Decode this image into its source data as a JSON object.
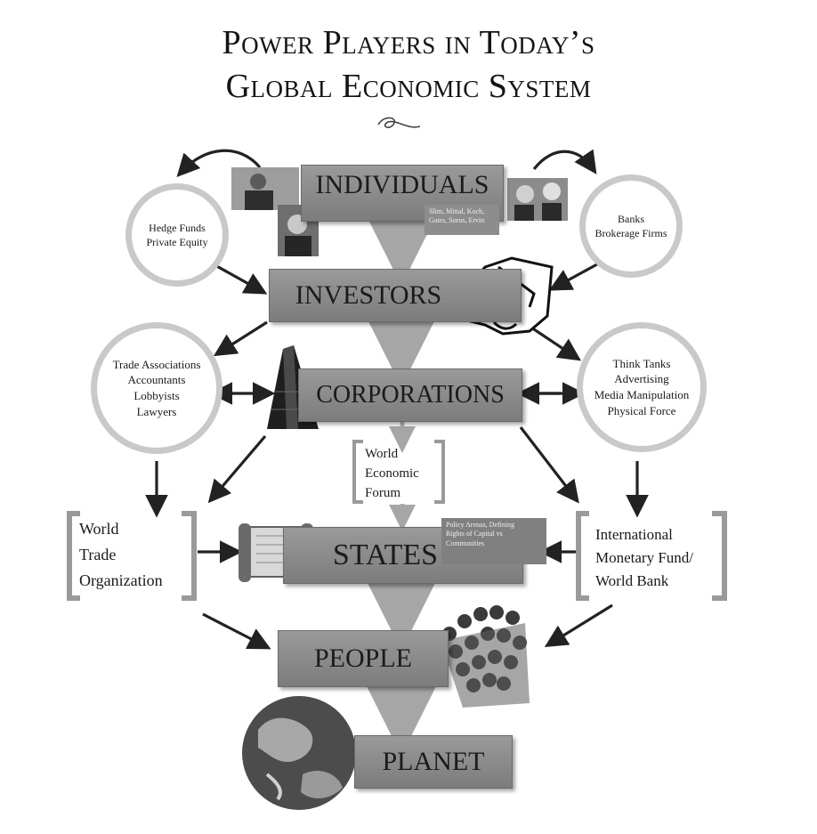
{
  "title": {
    "line1": "Power Players in Today’s",
    "line2": "Global Economic System"
  },
  "levels": {
    "individuals": "INDIVIDUALS",
    "investors": "INVESTORS",
    "corporations": "CORPORATIONS",
    "states": "STATES",
    "people": "PEOPLE",
    "planet": "PLANET"
  },
  "notes": {
    "individuals": [
      "Slim, Mittal, Koch,",
      "Gates, Soros, Ervin"
    ],
    "states": [
      "Policy Arenas, Defining",
      "Rights of Capital vs",
      "Communities"
    ]
  },
  "circles": {
    "hedge": [
      "Hedge Funds",
      "Private Equity"
    ],
    "banks": [
      "Banks",
      "Brokerage Firms"
    ],
    "trade": [
      "Trade Associations",
      "Accountants",
      "Lobbyists",
      "Lawyers"
    ],
    "think": [
      "Think Tanks",
      "Advertising",
      "Media Manipulation",
      "Physical Force"
    ]
  },
  "brackets": {
    "wef": [
      "World",
      "Economic",
      "Forum"
    ],
    "wto": [
      "World",
      "Trade",
      "Organization"
    ],
    "imf": [
      "International",
      "Monetary Fund/",
      "World Bank"
    ]
  },
  "icons": {
    "ornament": "flourish-ornament",
    "individuals_photos": "portrait-photos",
    "investors": "handshake",
    "corporations": "skyscraper",
    "states": "scroll",
    "people": "crowd",
    "planet": "globe"
  }
}
